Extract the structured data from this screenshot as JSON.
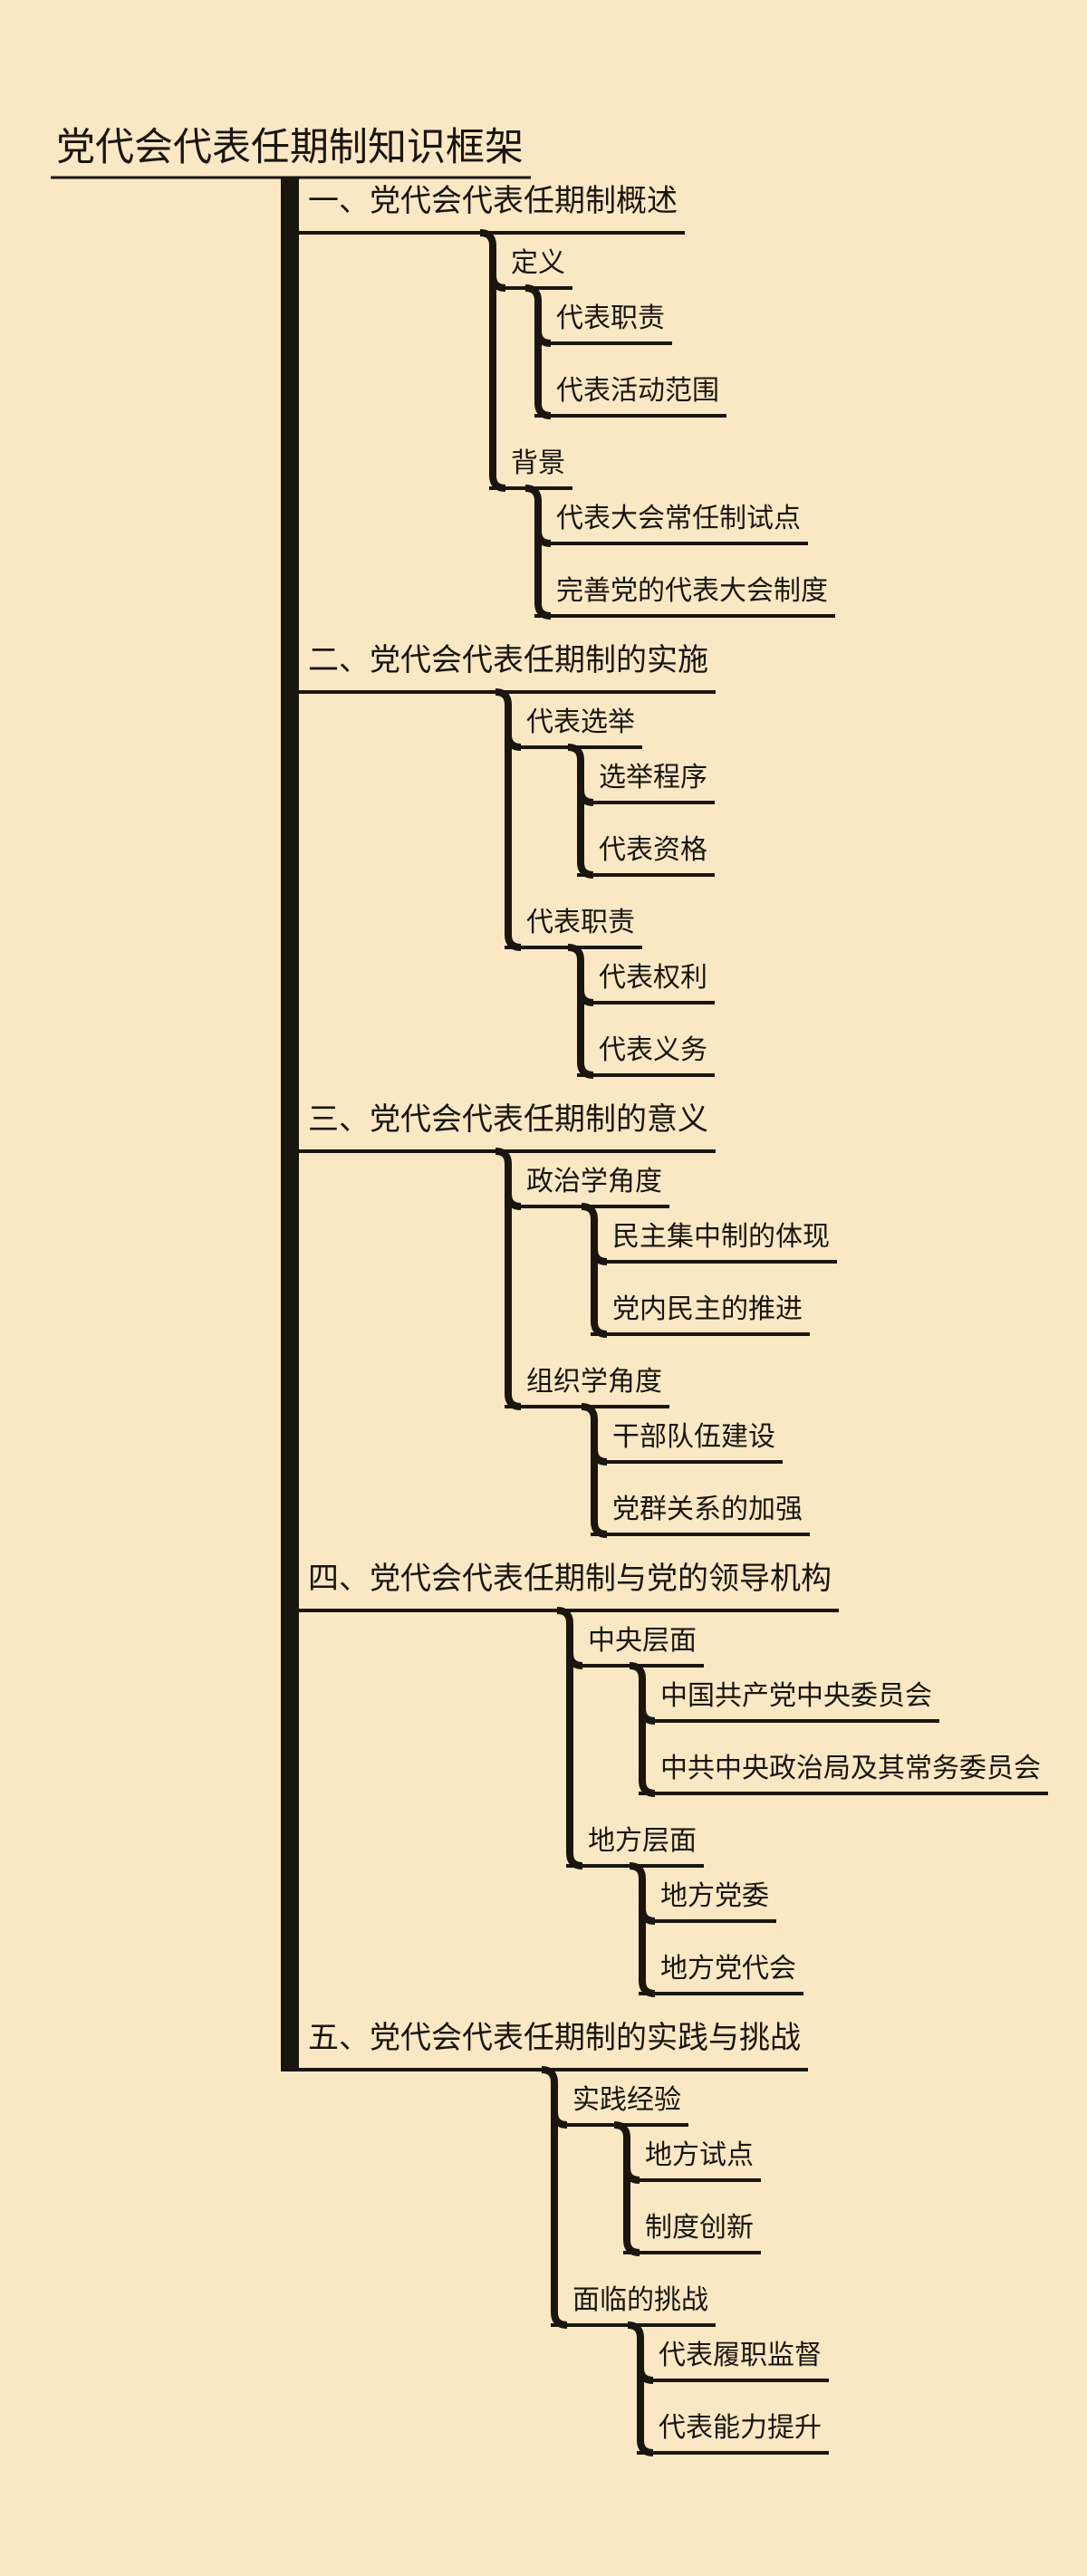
{
  "page": {
    "background_color": "#FAE8C4",
    "line_color": "#1A150E",
    "text_color": "#1A150E"
  },
  "mindmap": {
    "root": {
      "label": "党代会代表任期制知识框架",
      "children": [
        {
          "label": "一、党代会代表任期制概述",
          "children": [
            {
              "label": "定义",
              "children": [
                {
                  "label": "代表职责"
                },
                {
                  "label": "代表活动范围"
                }
              ]
            },
            {
              "label": "背景",
              "children": [
                {
                  "label": "代表大会常任制试点"
                },
                {
                  "label": "完善党的代表大会制度"
                }
              ]
            }
          ]
        },
        {
          "label": "二、党代会代表任期制的实施",
          "children": [
            {
              "label": "代表选举",
              "children": [
                {
                  "label": "选举程序"
                },
                {
                  "label": "代表资格"
                }
              ]
            },
            {
              "label": "代表职责",
              "children": [
                {
                  "label": "代表权利"
                },
                {
                  "label": "代表义务"
                }
              ]
            }
          ]
        },
        {
          "label": "三、党代会代表任期制的意义",
          "children": [
            {
              "label": "政治学角度",
              "children": [
                {
                  "label": "民主集中制的体现"
                },
                {
                  "label": "党内民主的推进"
                }
              ]
            },
            {
              "label": "组织学角度",
              "children": [
                {
                  "label": "干部队伍建设"
                },
                {
                  "label": "党群关系的加强"
                }
              ]
            }
          ]
        },
        {
          "label": "四、党代会代表任期制与党的领导机构",
          "children": [
            {
              "label": "中央层面",
              "children": [
                {
                  "label": "中国共产党中央委员会"
                },
                {
                  "label": "中共中央政治局及其常务委员会"
                }
              ]
            },
            {
              "label": "地方层面",
              "children": [
                {
                  "label": "地方党委"
                },
                {
                  "label": "地方党代会"
                }
              ]
            }
          ]
        },
        {
          "label": "五、党代会代表任期制的实践与挑战",
          "children": [
            {
              "label": "实践经验",
              "children": [
                {
                  "label": "地方试点"
                },
                {
                  "label": "制度创新"
                }
              ]
            },
            {
              "label": "面临的挑战",
              "children": [
                {
                  "label": "代表履职监督"
                },
                {
                  "label": "代表能力提升"
                }
              ]
            }
          ]
        }
      ]
    }
  }
}
